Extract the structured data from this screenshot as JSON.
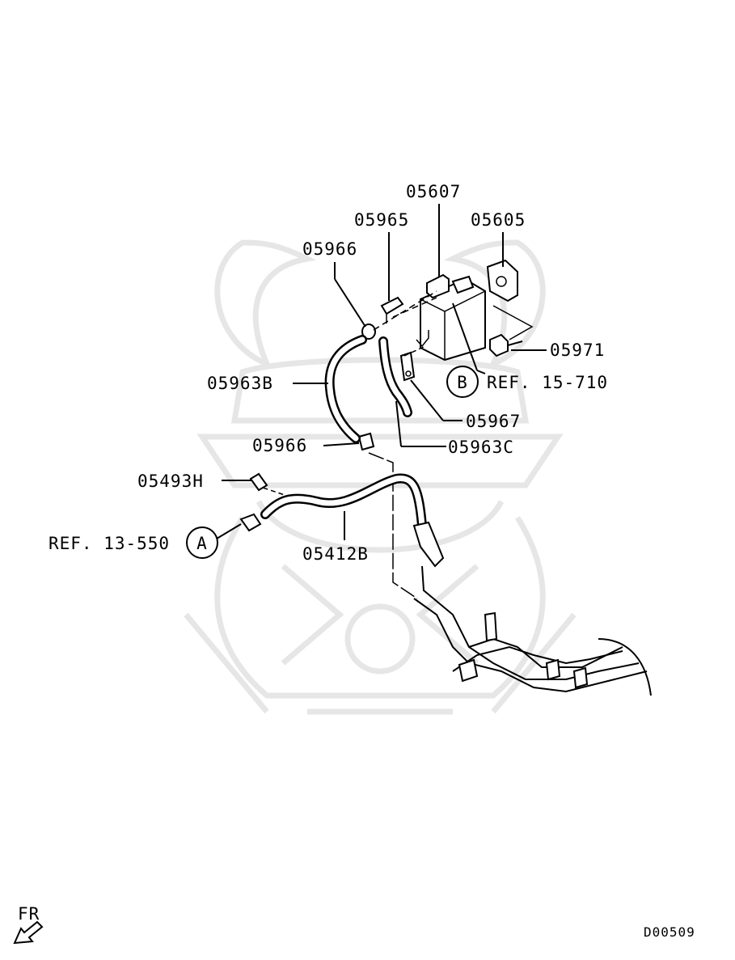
{
  "parts": [
    {
      "id": "05607"
    },
    {
      "id": "05965"
    },
    {
      "id": "05605"
    },
    {
      "id": "05966"
    },
    {
      "id": "05971"
    },
    {
      "id": "05963B"
    },
    {
      "id": "05967"
    },
    {
      "id": "05966"
    },
    {
      "id": "05963C"
    },
    {
      "id": "05493H"
    },
    {
      "id": "05412B"
    }
  ],
  "references": [
    {
      "marker": "A",
      "text": "REF. 13-550"
    },
    {
      "marker": "B",
      "text": "REF. 15-710"
    }
  ],
  "orientation": {
    "text": "FR",
    "icon": "front-arrow-icon"
  },
  "diagram_code": "D00509",
  "colors": {
    "line": "#000000",
    "watermark": "#e6e6e6",
    "background": "#ffffff"
  }
}
